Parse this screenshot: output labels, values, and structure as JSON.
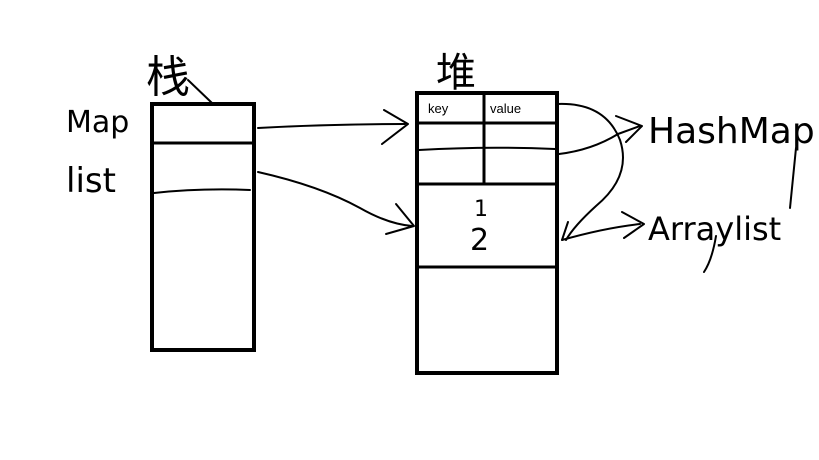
{
  "stack": {
    "title": "栈",
    "var_map": "Map",
    "var_list": "list"
  },
  "heap": {
    "title": "堆",
    "header_key": "key",
    "header_value": "value",
    "number_1": "1",
    "number_2": "2"
  },
  "targets": {
    "hashmap": "HashMap",
    "arraylist": "Arraylist"
  },
  "colors": {
    "ink": "#000000",
    "background": "#ffffff"
  }
}
